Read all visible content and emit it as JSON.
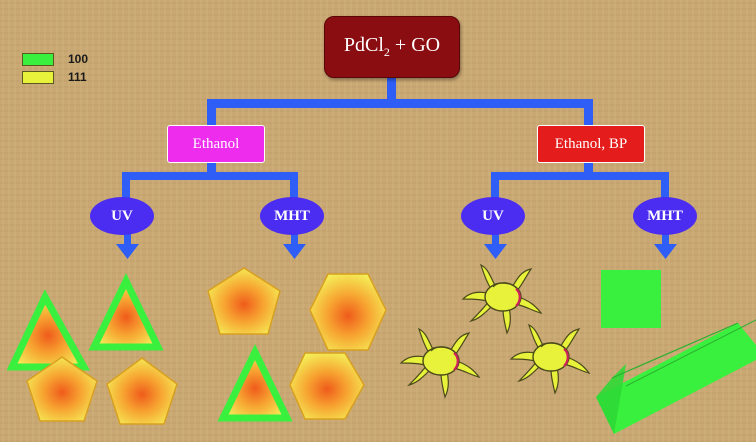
{
  "legend": [
    {
      "label": "100",
      "color": "#39f03e"
    },
    {
      "label": "111",
      "color": "#e8f23a"
    }
  ],
  "root": {
    "pre": "PdCl",
    "sub": "2",
    "post": " + GO"
  },
  "branches": [
    {
      "label": "Ethanol",
      "color": "#ee2cee",
      "methods": [
        {
          "label": "UV",
          "shapes": [
            "triangles",
            "pentagons"
          ]
        },
        {
          "label": "MHT",
          "shapes": [
            "pentagons",
            "hexagons",
            "triangles"
          ]
        }
      ]
    },
    {
      "label": "Ethanol, BP",
      "color": "#e41c1c",
      "methods": [
        {
          "label": "UV",
          "shapes": [
            "branched nanostars"
          ]
        },
        {
          "label": "MHT",
          "shapes": [
            "cube",
            "nanobar"
          ]
        }
      ]
    }
  ],
  "colors": {
    "background": "#c9a873",
    "connector": "#2e5ef5",
    "oval": "#4a2df0",
    "root_box": "#8a0d12",
    "facet_100": "#39f03e",
    "facet_111": "#e8f23a"
  }
}
